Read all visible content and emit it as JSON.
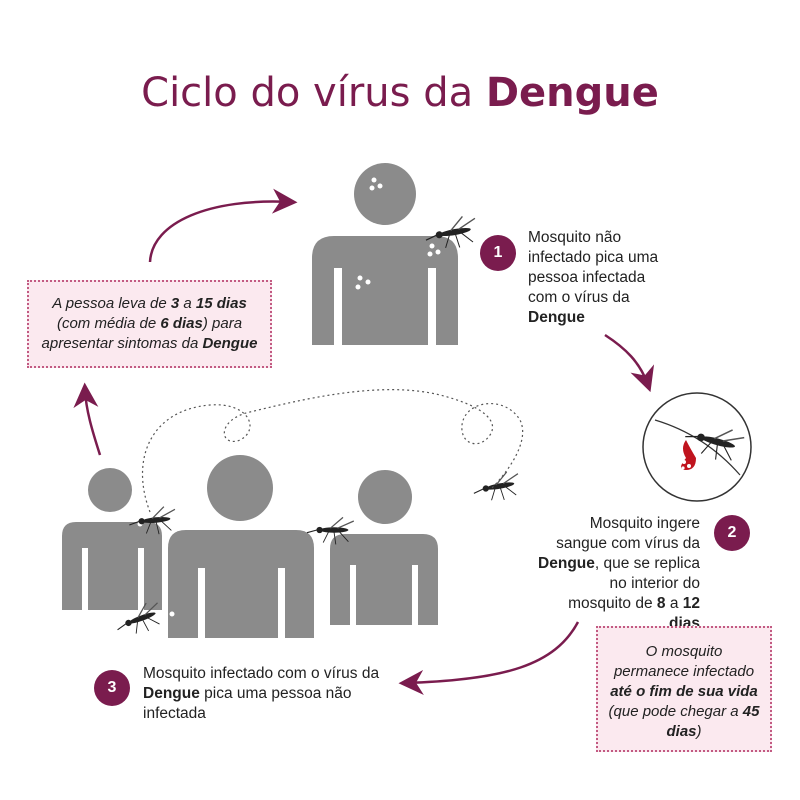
{
  "title": {
    "prefix": "Ciclo do vírus da ",
    "emph": "Dengue"
  },
  "steps": [
    {
      "number": "1",
      "lines": [
        [
          "Mosquito não"
        ],
        [
          "infectado pica uma"
        ],
        [
          "pessoa infectada"
        ],
        [
          "com o vírus da"
        ],
        [
          "",
          "Dengue"
        ]
      ]
    },
    {
      "number": "2",
      "lines": [
        [
          "Mosquito ingere"
        ],
        [
          "sangue com vírus da"
        ],
        [
          "",
          "Dengue",
          ", que se replica"
        ],
        [
          "no interior do"
        ],
        [
          "mosquito de ",
          "8",
          " a ",
          "12"
        ],
        [
          "",
          "dias"
        ]
      ]
    },
    {
      "number": "3",
      "lines": [
        [
          "Mosquito infectado com o vírus da"
        ],
        [
          "",
          "Dengue",
          " pica uma pessoa não"
        ],
        [
          "infectada"
        ]
      ]
    }
  ],
  "notes": {
    "incubation": [
      [
        "A pessoa leva de ",
        "3",
        " a ",
        "15 dias"
      ],
      [
        "(com média de ",
        "6 dias",
        ") para"
      ],
      [
        "apresentar sintomas da ",
        "Dengue"
      ]
    ],
    "infected_for_life": [
      [
        "O mosquito"
      ],
      [
        "permanece infectado"
      ],
      [
        "",
        "até o fim de sua vida"
      ],
      [
        "(que pode chegar a ",
        "45"
      ],
      [
        "",
        "dias",
        ")"
      ]
    ]
  },
  "colors": {
    "accent": "#7a1c4e",
    "figure": "#8b8b8b",
    "note_bg": "#fbe9ef",
    "note_border": "#c25a82",
    "blood": "#c0141e"
  }
}
